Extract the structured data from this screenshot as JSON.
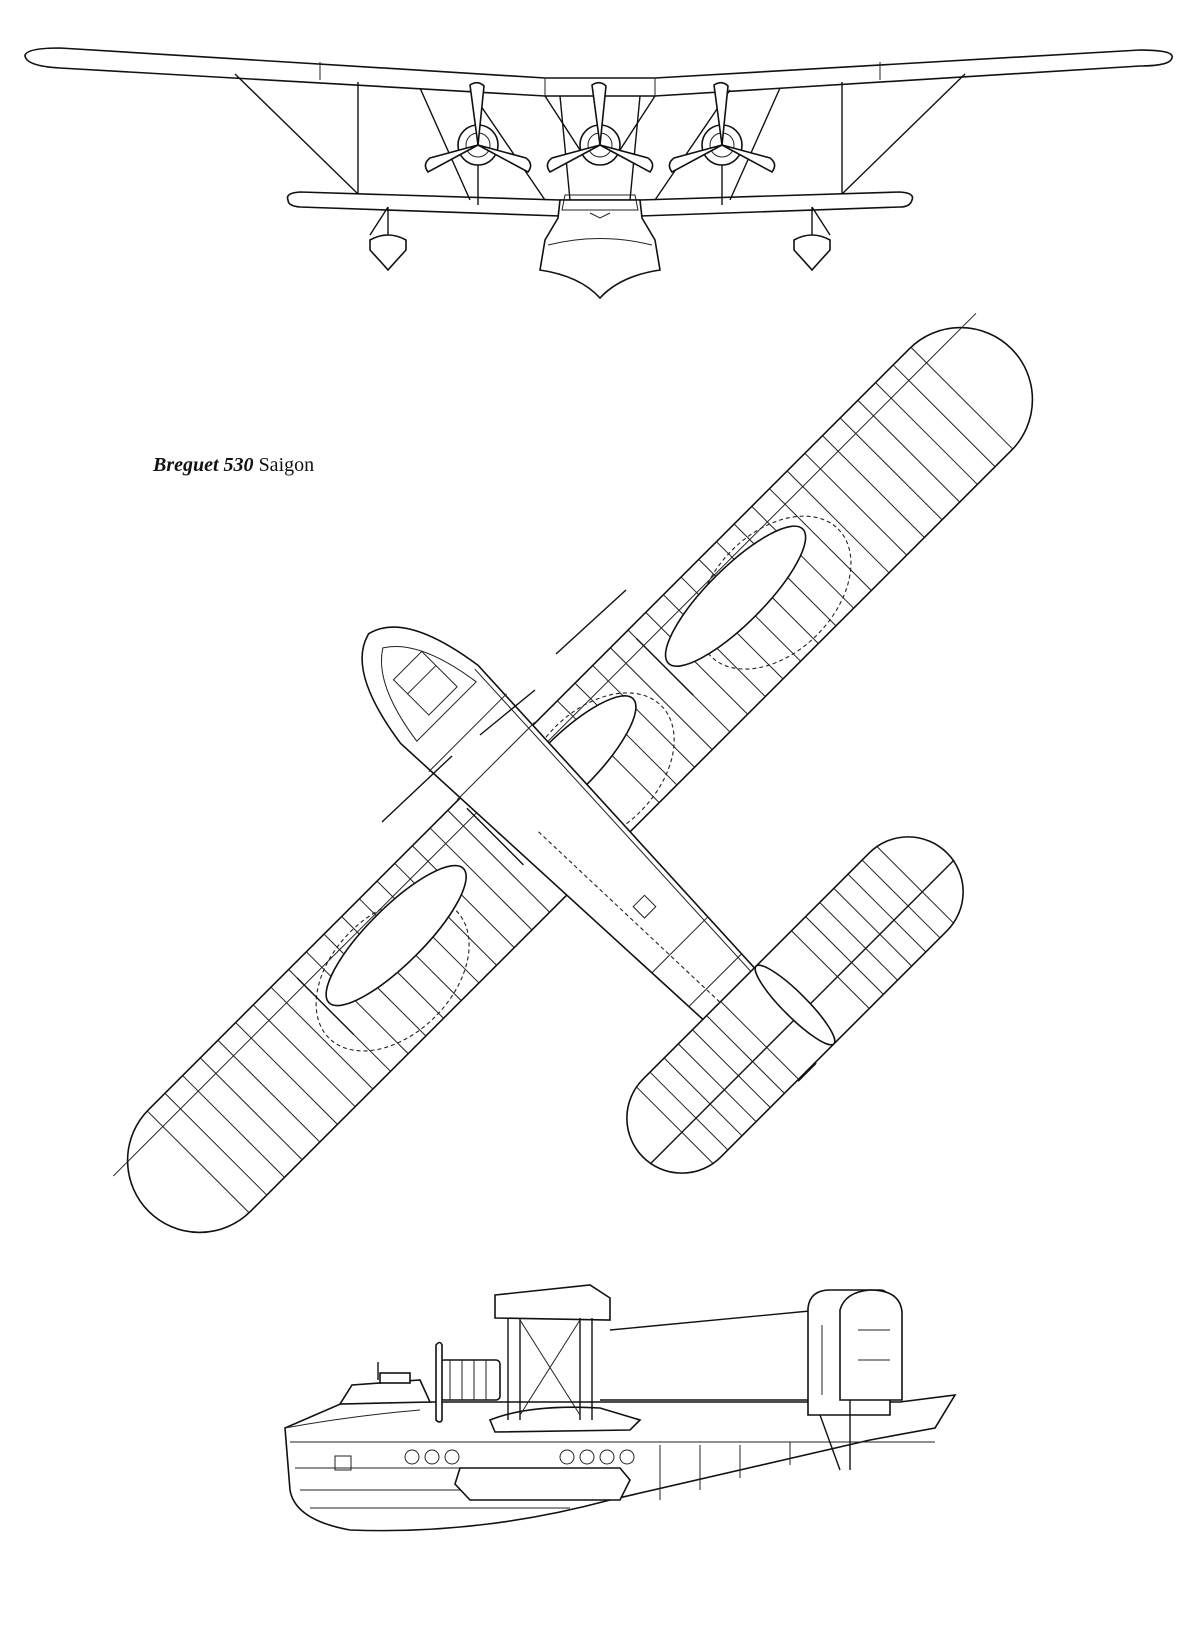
{
  "caption": {
    "model": "Breguet 530",
    "name": "Saigon"
  },
  "views": [
    {
      "id": "front",
      "icon": "front-view-drawing"
    },
    {
      "id": "plan",
      "icon": "plan-view-drawing"
    },
    {
      "id": "side",
      "icon": "side-view-drawing"
    }
  ],
  "colors": {
    "line": "#111111",
    "paper": "#ffffff"
  }
}
